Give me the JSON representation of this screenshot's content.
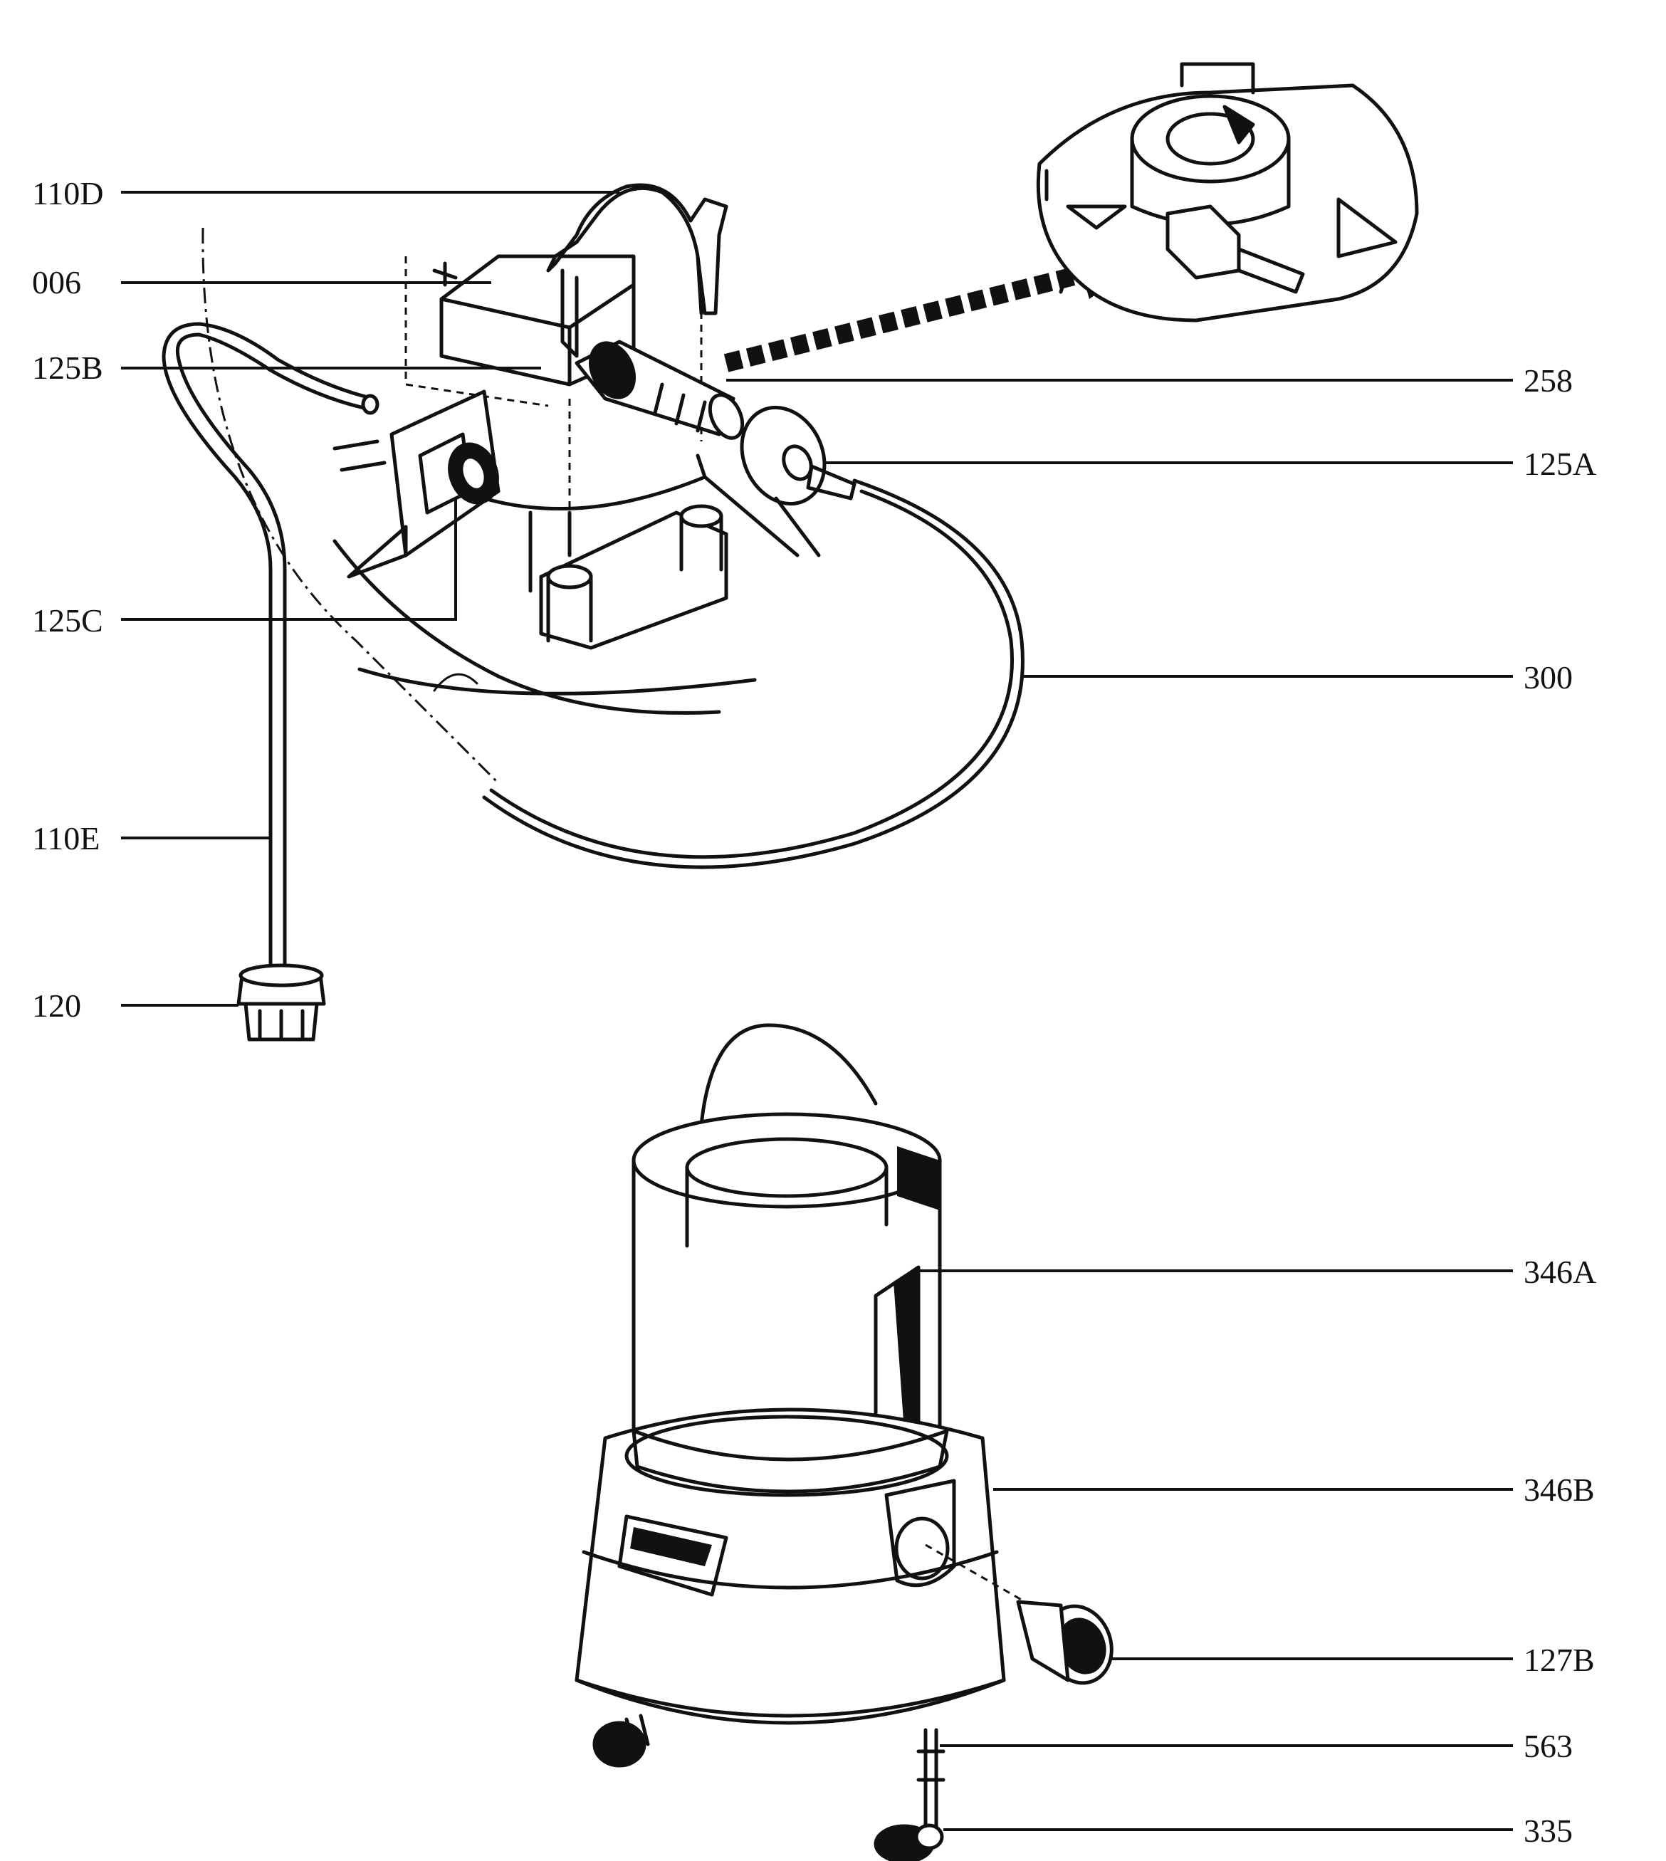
{
  "labels": {
    "l110D": "110D",
    "l006": "006",
    "l125B": "125B",
    "l125C": "125C",
    "l110E": "110E",
    "l120": "120",
    "l258": "258",
    "l125A": "125A",
    "l300": "300",
    "l346A": "346A",
    "l346B": "346B",
    "l127B": "127B",
    "l563": "563",
    "l335": "335"
  },
  "colors": {
    "ink": "#111111",
    "paper": "#ffffff"
  }
}
